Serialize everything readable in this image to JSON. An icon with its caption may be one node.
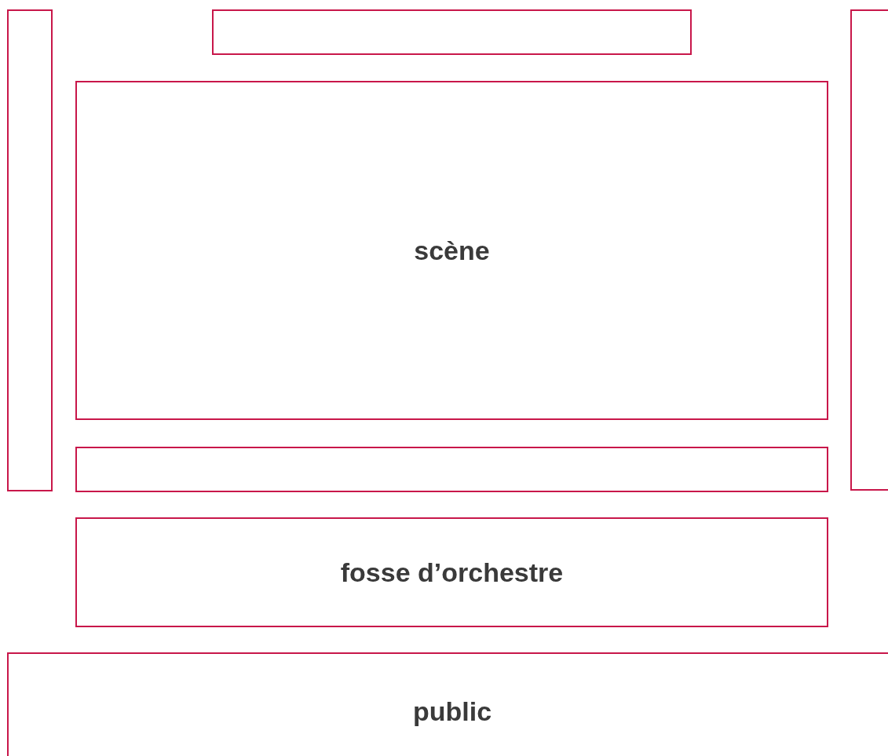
{
  "diagram": {
    "nodes": [
      {
        "text": [],
        "shape": "box"
      },
      {
        "text": [],
        "shape": "box"
      },
      {
        "text": [],
        "shape": "box"
      },
      {
        "text": [
          "scène"
        ]
      },
      {
        "text": [],
        "shape": "box"
      },
      {
        "text": [
          "fosse d’orchestre"
        ]
      },
      {
        "text": [
          "public"
        ]
      }
    ]
  }
}
